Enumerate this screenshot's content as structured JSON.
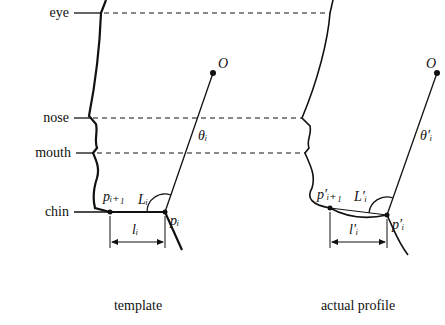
{
  "diagram": {
    "labels": [
      "eye",
      "nose",
      "mouth",
      "chin",
      "O",
      "θᵢ",
      "pᵢ₊₁",
      "Lᵢ",
      "pᵢ",
      "lᵢ",
      "template",
      "O",
      "θ′ᵢ",
      "p′ᵢ₊₁",
      "L′ᵢ",
      "p′ᵢ",
      "l′ᵢ",
      "actual profile"
    ]
  }
}
